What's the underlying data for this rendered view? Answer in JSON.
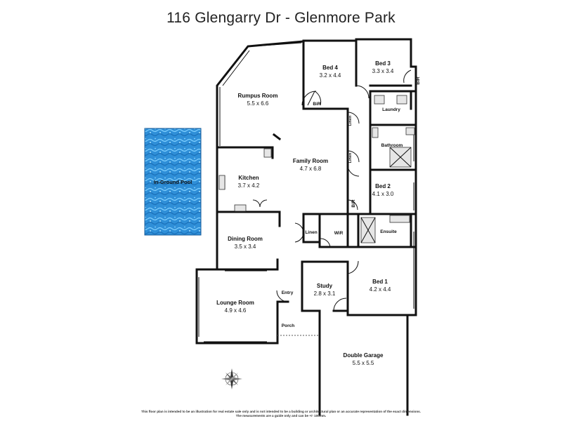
{
  "title": "116 Glengarry Dr - Glenmore Park",
  "rooms": {
    "rumpus": {
      "name": "Rumpus Room",
      "dims": "5.5 x 6.6"
    },
    "bed4": {
      "name": "Bed 4",
      "dims": "3.2 x 4.4"
    },
    "bed3": {
      "name": "Bed 3",
      "dims": "3.3 x 3.4"
    },
    "family": {
      "name": "Family Room",
      "dims": "4.7 x 6.8"
    },
    "kitchen": {
      "name": "Kitchen",
      "dims": "3.7 x 4.2"
    },
    "bed2": {
      "name": "Bed 2",
      "dims": "4.1 x 3.0"
    },
    "dining": {
      "name": "Dining Room",
      "dims": "3.5 x 3.4"
    },
    "bed1": {
      "name": "Bed 1",
      "dims": "4.2 x 4.4"
    },
    "study": {
      "name": "Study",
      "dims": "2.8 x 3.1"
    },
    "lounge": {
      "name": "Lounge Room",
      "dims": "4.9 x 4.6"
    },
    "garage": {
      "name": "Double Garage",
      "dims": "5.5 x 5.5"
    }
  },
  "labels": {
    "laundry": "Laundry",
    "bathroom": "Bathroom",
    "ensuite": "Ensuite",
    "linen_main": "Linen",
    "linen_small_1": "Linen",
    "linen_small_2": "Linen",
    "wir": "WiR",
    "bir_bed4": "BiR",
    "bir_bed3": "BiR",
    "bir_bed2": "BiR",
    "entry": "Entry",
    "porch": "Porch",
    "pool": "In-Ground Pool"
  },
  "disclaimer": {
    "line1": "This floor plan is intended to be an illustration for real estate sale only and is not intended to be a building or architectural plan or an accurate representation of the exact dimensions.",
    "line2": "The measurements are a guide only and can be +/- 100mm."
  }
}
